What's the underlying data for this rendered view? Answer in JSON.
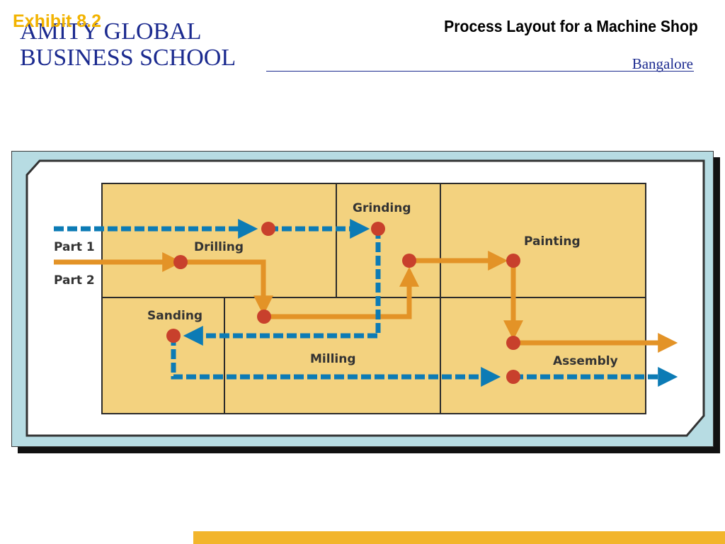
{
  "header": {
    "school_line1": "AMITY GLOBAL",
    "school_line2": "BUSINESS SCHOOL",
    "exhibit": "Exhibit 8.2",
    "title": "Process Layout for a Machine Shop",
    "campus": "Bangalore"
  },
  "diagram": {
    "departments": {
      "drilling": "Drilling",
      "grinding": "Grinding",
      "painting": "Painting",
      "sanding": "Sanding",
      "milling": "Milling",
      "assembly": "Assembly"
    },
    "parts": {
      "part1": "Part 1",
      "part2": "Part 2"
    },
    "colors": {
      "floor": "#f3d27f",
      "part1_flow": "#0c7bb5",
      "part2_flow": "#e39327",
      "workstation": "#c8402c",
      "frame_bg": "#b7dce3",
      "footer_bar": "#f2b52c"
    }
  }
}
